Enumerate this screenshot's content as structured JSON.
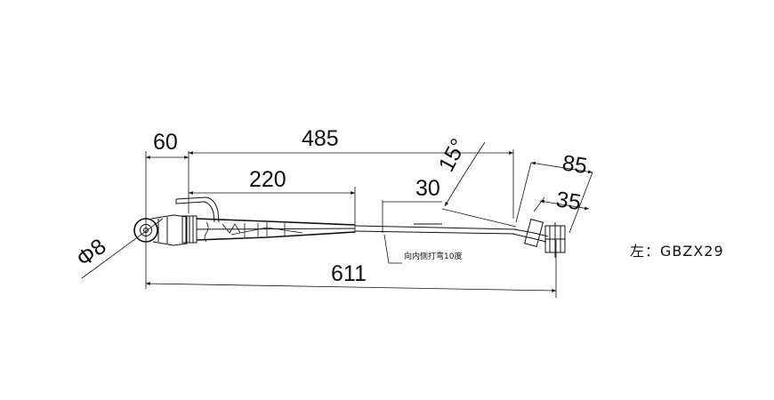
{
  "dimensions": {
    "d60": "60",
    "d485": "485",
    "d220": "220",
    "d30": "30",
    "d15deg": "15°",
    "d85": "85",
    "d35": "35",
    "d611": "611",
    "phi8": "Φ8"
  },
  "note": "向内侧打弯10度",
  "model_label": "左：GBZX29"
}
